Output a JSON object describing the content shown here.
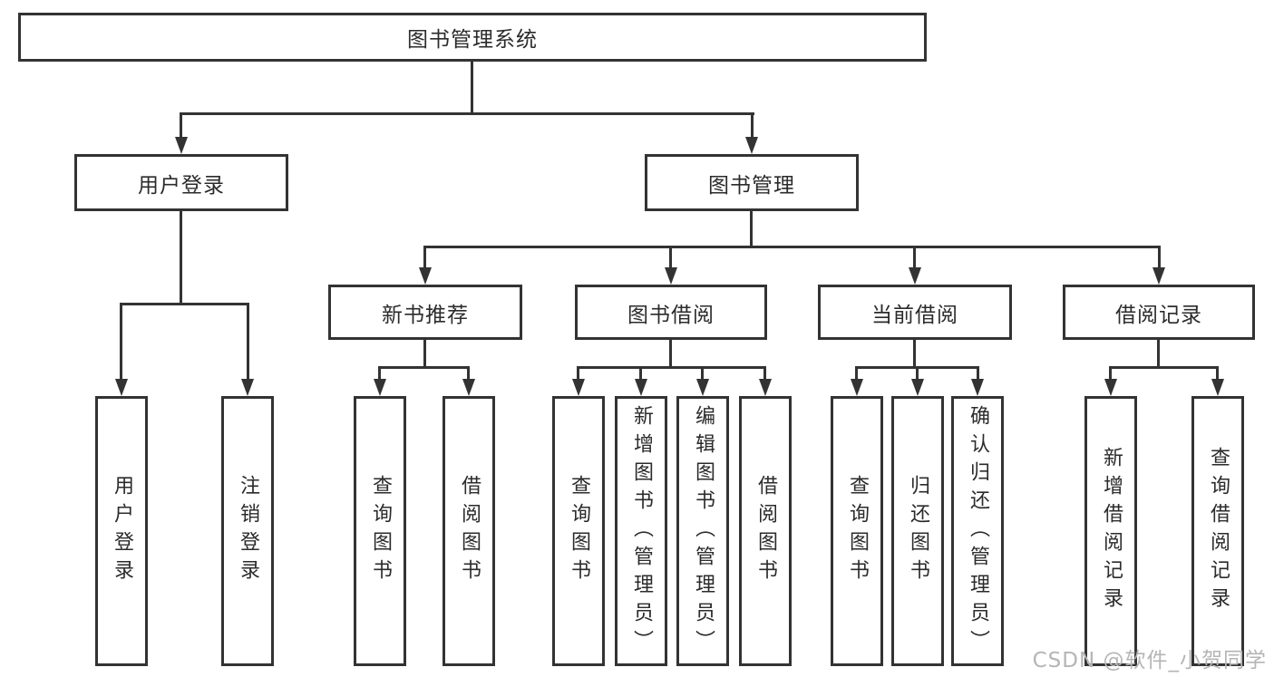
{
  "diagram": {
    "root": {
      "label": "图书管理系统",
      "children": [
        {
          "label": "用户登录",
          "children": [
            {
              "label": "用户登录"
            },
            {
              "label": "注销登录"
            }
          ]
        },
        {
          "label": "图书管理",
          "children": [
            {
              "label": "新书推荐",
              "children": [
                {
                  "label": "查询图书"
                },
                {
                  "label": "借阅图书"
                }
              ]
            },
            {
              "label": "图书借阅",
              "children": [
                {
                  "label": "查询图书"
                },
                {
                  "label": "新增图书（管理员）"
                },
                {
                  "label": "编辑图书（管理员）"
                },
                {
                  "label": "借阅图书"
                }
              ]
            },
            {
              "label": "当前借阅",
              "children": [
                {
                  "label": "查询图书"
                },
                {
                  "label": "归还图书"
                },
                {
                  "label": "确认归还（管理员）"
                }
              ]
            },
            {
              "label": "借阅记录",
              "children": [
                {
                  "label": "新增借阅记录"
                },
                {
                  "label": "查询借阅记录"
                }
              ]
            }
          ]
        }
      ]
    },
    "watermark": "CSDN @软件_小贺同学",
    "colors": {
      "line": "#333333",
      "text": "#2b2b2b",
      "background": "#ffffff",
      "watermark": "#b5b5b5"
    }
  }
}
